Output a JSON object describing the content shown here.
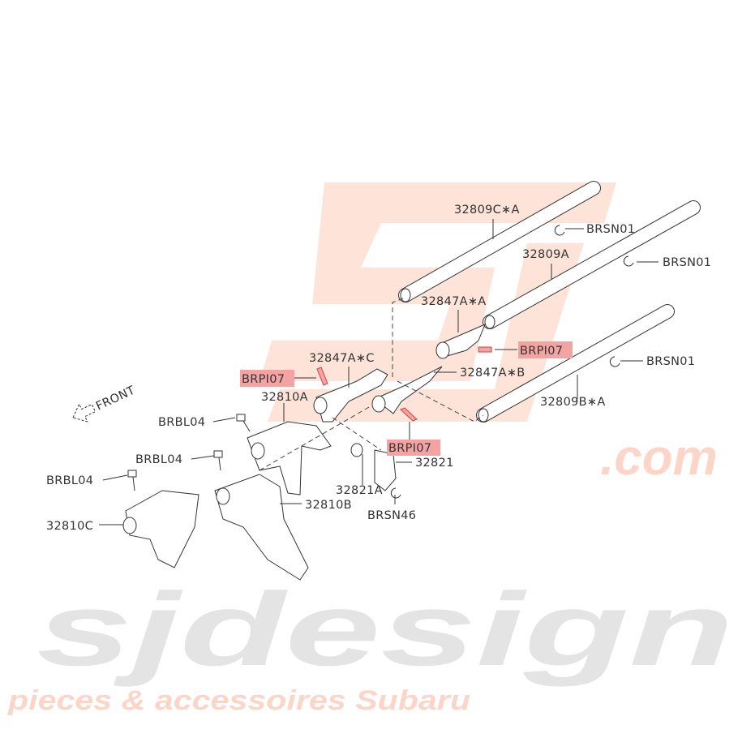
{
  "watermark": {
    "logo": "SJ",
    "brand": "sjdesign",
    "domain": ".com",
    "tagline": "pieces & accessoires Subaru",
    "colors": {
      "logo": "#fde3d8",
      "brand": "#e4e4e4",
      "tagline": "#fbd6c8"
    }
  },
  "front_label": "FRONT",
  "highlight_color": "#f4a3a3",
  "labels": {
    "shaft_c": "32809C∗A",
    "shaft_a": "32809A",
    "shaft_b": "32809B∗A",
    "snap1": "BRSN01",
    "snap2": "BRSN01",
    "snap3": "BRSN01",
    "rod_a": "32847A∗A",
    "rod_c": "32847A∗C",
    "rod_b": "32847A∗B",
    "pin1": "BRPI07",
    "pin2": "BRPI07",
    "pin3": "BRPI07",
    "fork_a": "32810A",
    "fork_b": "32810B",
    "fork_c": "32810C",
    "bolt1": "BRBL04",
    "bolt2": "BRBL04",
    "bolt3": "BRBL04",
    "interlock": "32821",
    "interlock_a": "32821A",
    "snap46": "BRSN46"
  }
}
